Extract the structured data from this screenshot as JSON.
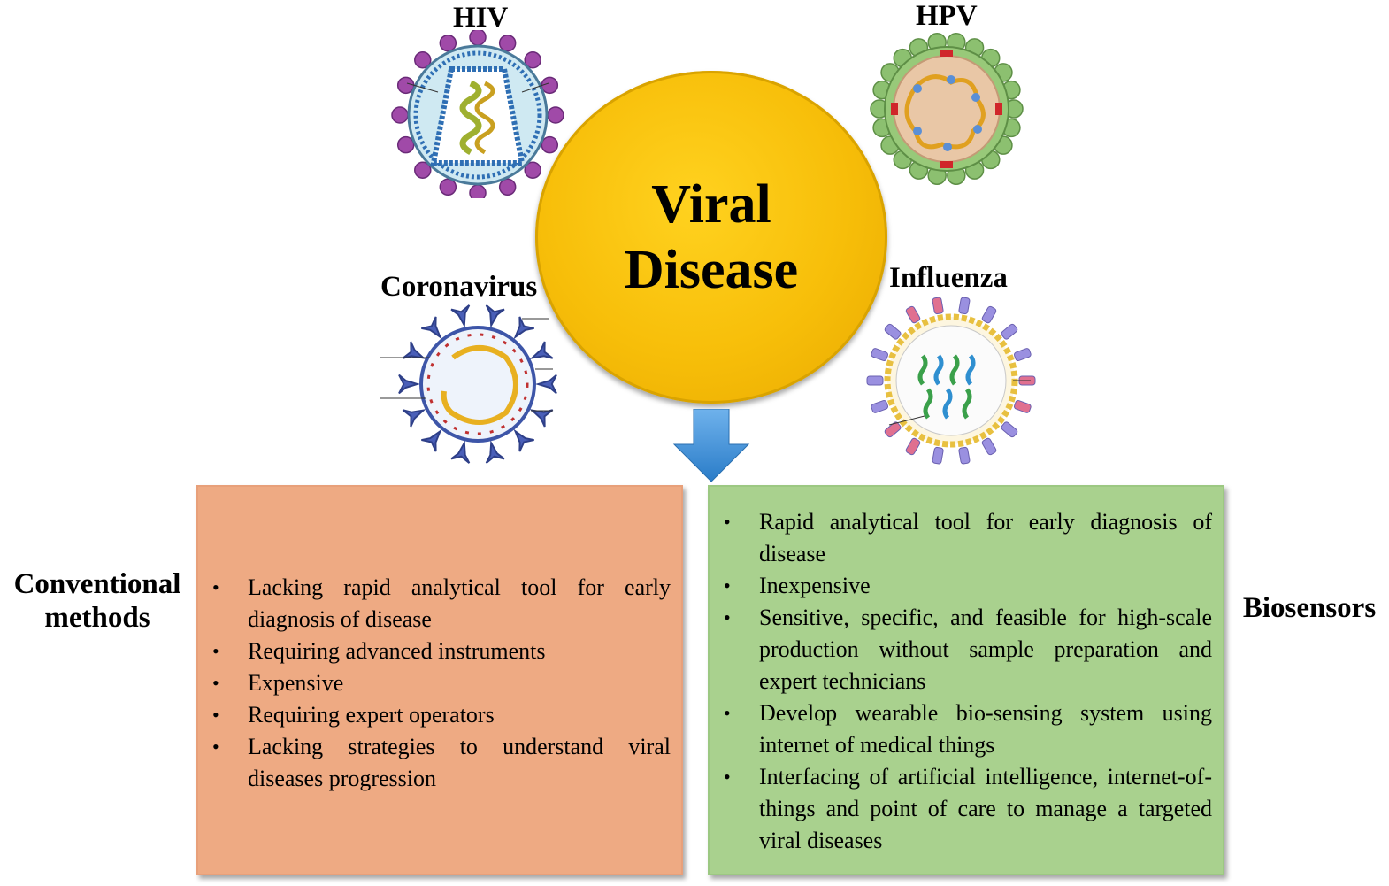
{
  "center": {
    "line1": "Viral",
    "line2": "Disease"
  },
  "viruses": {
    "hiv": "HIV",
    "hpv": "HPV",
    "coronavirus": "Coronavirus",
    "influenza": "Influenza"
  },
  "conventional": {
    "title_line1": "Conventional",
    "title_line2": "methods",
    "points": [
      "Lacking rapid analytical tool for early diagnosis of disease",
      "Requiring advanced instruments",
      "Expensive",
      "Requiring expert operators",
      "Lacking strategies to understand viral diseases progression"
    ]
  },
  "biosensors": {
    "title": "Biosensors",
    "points": [
      "Rapid analytical tool for early diagnosis of disease",
      "Inexpensive",
      "Sensitive, specific, and feasible for high-scale production without sample preparation and expert technicians",
      "Develop wearable bio-sensing system using internet of medical things",
      "Interfacing of artificial intelligence, internet-of-things and point of care to manage a targeted viral diseases"
    ]
  },
  "colors": {
    "center_fill": "#f7be09",
    "conventional_box": "#eeaa83",
    "biosensors_box": "#a9d18e",
    "arrow": "#3f8fd6"
  }
}
